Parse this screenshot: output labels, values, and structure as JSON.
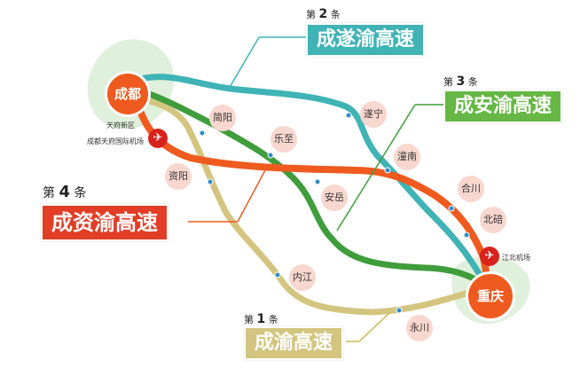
{
  "routes": [
    {
      "number_prefix": "第",
      "number": "1",
      "number_suffix": "条",
      "name": "成渝高速",
      "color": "#d3c580"
    },
    {
      "number_prefix": "第",
      "number": "2",
      "number_suffix": "条",
      "name": "成遂渝高速",
      "color": "#3fb3b5"
    },
    {
      "number_prefix": "第",
      "number": "3",
      "number_suffix": "条",
      "name": "成安渝高速",
      "color": "#66b745"
    },
    {
      "number_prefix": "第",
      "number": "4",
      "number_suffix": "条",
      "name": "成资渝高速",
      "color": "#e05129"
    }
  ],
  "cities": {
    "chengdu": "成都",
    "chongqing": "重庆",
    "jianyang": "简阳",
    "ziyang": "资阳",
    "lezhi": "乐至",
    "suining": "遂宁",
    "tongnan": "潼南",
    "anyue": "安岳",
    "hechuan": "合川",
    "beibei": "北碚",
    "neijiang": "内江",
    "yongchuan": "永川"
  },
  "labels": {
    "tianfu_new_area": "天府新区",
    "tianfu_airport": "成都天府国际机场",
    "jiangbei_airport": "江北机场"
  },
  "icons": {
    "airport": "airplane-icon"
  }
}
